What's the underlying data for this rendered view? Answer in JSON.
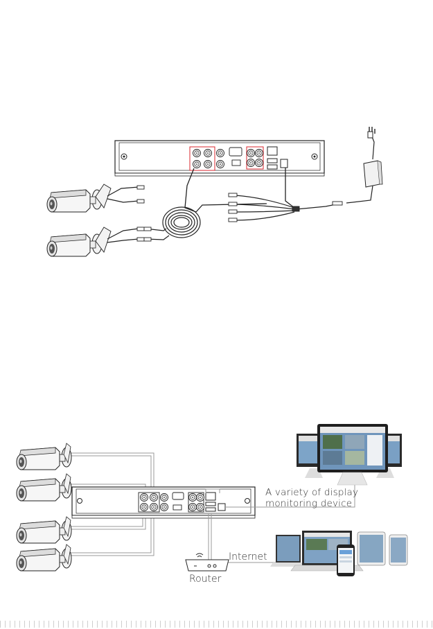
{
  "labels": {
    "display_line1": "A variety of display",
    "display_line2": "monitoring device",
    "internet": "Internet",
    "router": "Router"
  },
  "colors": {
    "line": "#222222",
    "accent_port_box": "#d9262c",
    "cable_grey": "#999999"
  },
  "icons": [
    "dvr-recorder-icon",
    "bullet-camera-icon",
    "power-adapter-icon",
    "cable-coil-icon",
    "router-icon",
    "desktop-monitor-icon",
    "laptop-icon",
    "tablet-icon",
    "smartphone-icon"
  ]
}
